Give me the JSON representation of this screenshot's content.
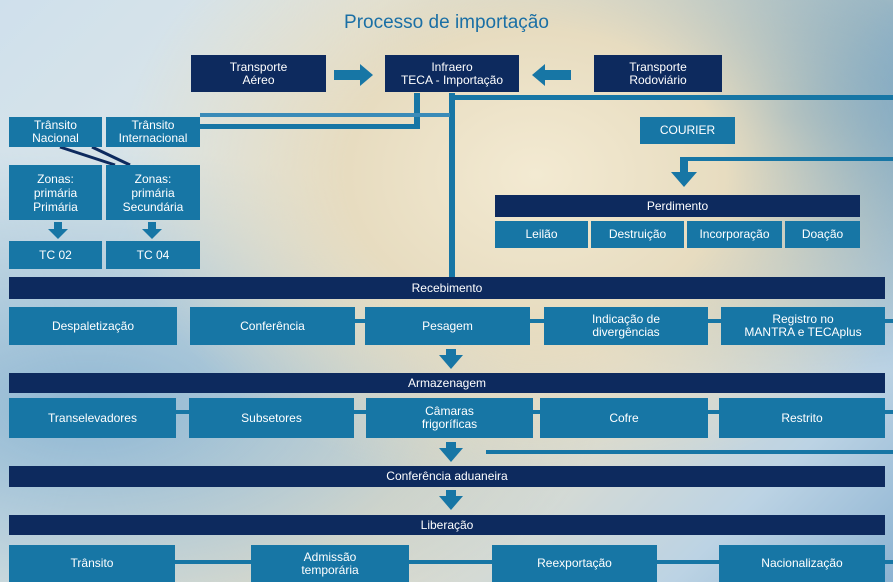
{
  "title": "Processo de importação",
  "top": {
    "air": "Transporte\nAéreo",
    "infraero": "Infraero\nTECA - Importação",
    "road": "Transporte\nRodoviário"
  },
  "transit": {
    "national": "Trânsito\nNacional",
    "international": "Trânsito\nInternacional",
    "zone_primary": "Zonas:\nprimária\nPrimária",
    "zone_secondary": "Zonas:\nprimária\nSecundária",
    "tc02": "TC 02",
    "tc04": "TC 04"
  },
  "courier": "COURIER",
  "perdimento": {
    "title": "Perdimento",
    "items": [
      "Leilão",
      "Destruição",
      "Incorporação",
      "Doação"
    ]
  },
  "recebimento": {
    "title": "Recebimento",
    "items": [
      "Despaletização",
      "Conferência",
      "Pesagem",
      "Indicação de\ndivergências",
      "Registro no\nMANTRA e TECAplus"
    ]
  },
  "armazenagem": {
    "title": "Armazenagem",
    "items": [
      "Transelevadores",
      "Subsetores",
      "Câmaras\nfrigoríficas",
      "Cofre",
      "Restrito"
    ]
  },
  "conferencia": "Conferência aduaneira",
  "liberacao": {
    "title": "Liberação",
    "items": [
      "Trânsito",
      "Admissão\ntemporária",
      "Reexportação",
      "Nacionalização"
    ]
  }
}
